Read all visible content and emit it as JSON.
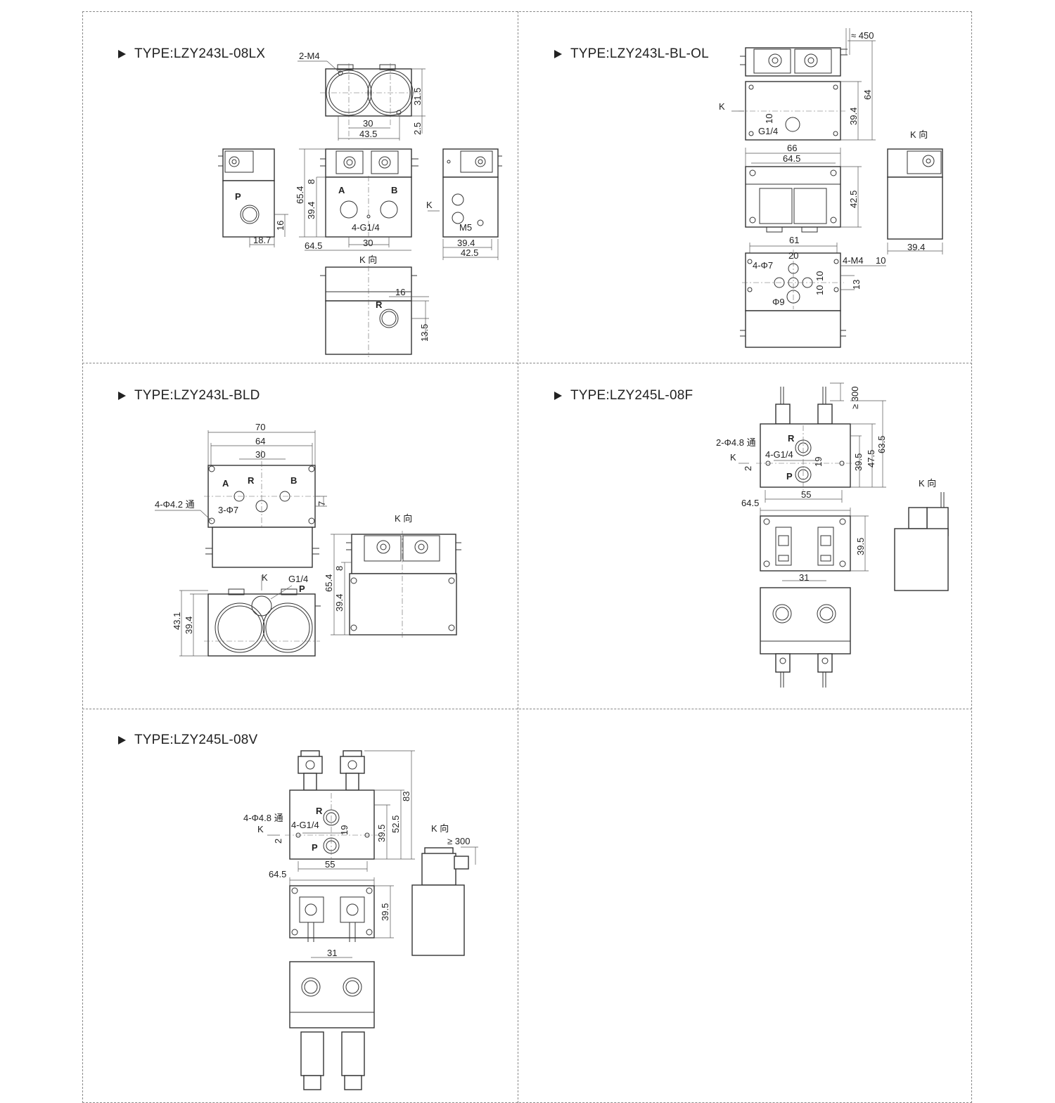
{
  "panels": [
    {
      "title": "TYPE:LZY243L-08LX",
      "labels": [
        "2-M4",
        "31.5",
        "2.5",
        "30",
        "43.5",
        "P",
        "16",
        "18.7",
        "65.4",
        "8",
        "39.4",
        "A",
        "B",
        "4-G1/4",
        "30",
        "64.5",
        "K",
        "M5",
        "39.4",
        "42.5",
        "K 向",
        "16",
        "R",
        "13.5"
      ]
    },
    {
      "title": "TYPE:LZY243L-BL-OL",
      "labels": [
        "≈ 450",
        "64",
        "39.4",
        "10",
        "K",
        "G1/4",
        "66",
        "64.5",
        "42.5",
        "K 向",
        "39.4",
        "61",
        "20",
        "4-Φ7",
        "10",
        "10",
        "4-M4",
        "10",
        "13",
        "Φ9"
      ]
    },
    {
      "title": "TYPE:LZY243L-BLD",
      "labels": [
        "70",
        "64",
        "30",
        "A",
        "R",
        "B",
        "7",
        "4-Φ4.2 通",
        "3-Φ7",
        "K",
        "G1/4",
        "P",
        "43.1",
        "39.4",
        "K 向",
        "65.4",
        "8",
        "39.4"
      ]
    },
    {
      "title": "TYPE:LZY245L-08F",
      "labels": [
        "≥ 300",
        "63.5",
        "47.5",
        "39.5",
        "R",
        "2-Φ4.8 通",
        "4-G1/4",
        "19",
        "K",
        "2",
        "P",
        "55",
        "64.5",
        "39.5",
        "K 向",
        "31"
      ]
    },
    {
      "title": "TYPE:LZY245L-08V",
      "labels": [
        "83",
        "52.5",
        "39.5",
        "R",
        "4-Φ4.8 通",
        "4-G1/4",
        "19",
        "K",
        "2",
        "P",
        "55",
        "K 向",
        "≥ 300",
        "64.5",
        "39.5",
        "31"
      ]
    }
  ]
}
